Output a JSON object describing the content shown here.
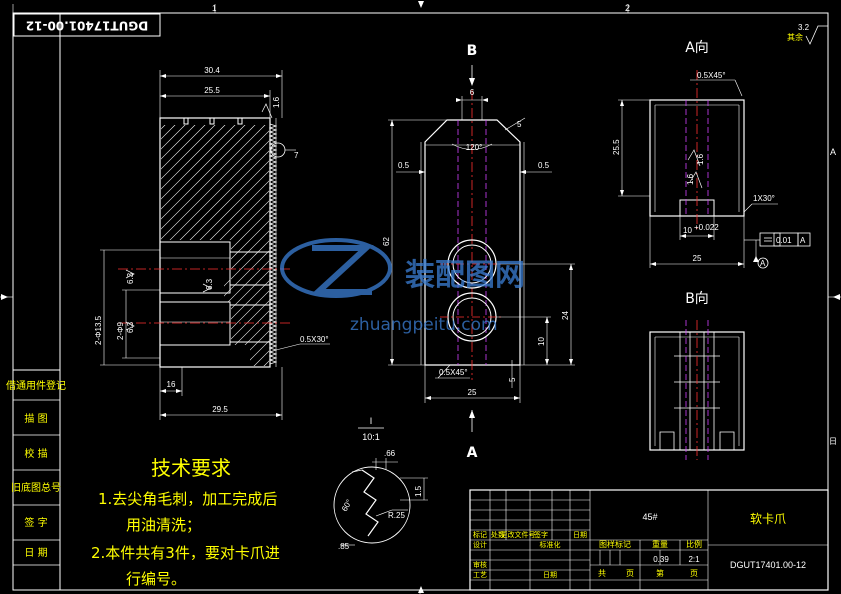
{
  "drawing": {
    "stamp_number": "DGUT17401.00-12",
    "top_zone": "2",
    "left_zone": "1",
    "right_zone_a": "A",
    "right_zone_b": "日",
    "roughness_value": "3.2",
    "roughness_note": "其余"
  },
  "views": {
    "section_b": "B",
    "section_a": "A",
    "view_a": "A向",
    "view_b": "B向",
    "detail_id": "I",
    "detail_scale": "10:1"
  },
  "dimensions": {
    "side": [
      "30.4",
      "25.5",
      "1.6",
      "7",
      "6.3",
      "6.3",
      "6.3",
      "2-Φ13.5",
      "2-Φ9",
      "0.5X30°",
      "16",
      "29.5"
    ],
    "front": [
      "6",
      "5",
      "120°",
      "0.5",
      "0.5",
      "62",
      "24",
      "10",
      "5",
      "0.5X45°",
      "25"
    ],
    "top": [
      "0.5X45°",
      "25.5",
      "1.6",
      "1.6",
      "1X30°",
      "10",
      "+0.022",
      "25",
      "0.01",
      "A"
    ],
    "detail": [
      ".66",
      "1.5",
      "60°",
      "R.25",
      ".85"
    ]
  },
  "left_strip": [
    "借通用件登记",
    "描 图",
    "校 描",
    "旧底图总号",
    "签 字",
    "日 期"
  ],
  "requirements": {
    "title": "技术要求",
    "line1": "1.去尖角毛刺，加工完成后",
    "line2": "用油清洗；",
    "line3": "2.本件共有3件，要对卡爪进",
    "line4": "行编号。"
  },
  "title_block": {
    "material": "45#",
    "part_name": "软卡爪",
    "drawing_no": "DGUT17401.00-12",
    "weight": "0.39",
    "scale": "2:1",
    "header_cells": [
      "标记",
      "处数",
      "更改文件号",
      "签字",
      "日期"
    ],
    "role_cells": [
      "设计",
      "标准化",
      "审核",
      "工艺",
      "日期"
    ],
    "stage_cells": [
      "图样标记",
      "重量",
      "比例"
    ],
    "sheet_cells": [
      "共",
      "页",
      "第",
      "页"
    ]
  },
  "watermark": {
    "cn": "装配图网",
    "en": "zhuangpeitu.com"
  }
}
